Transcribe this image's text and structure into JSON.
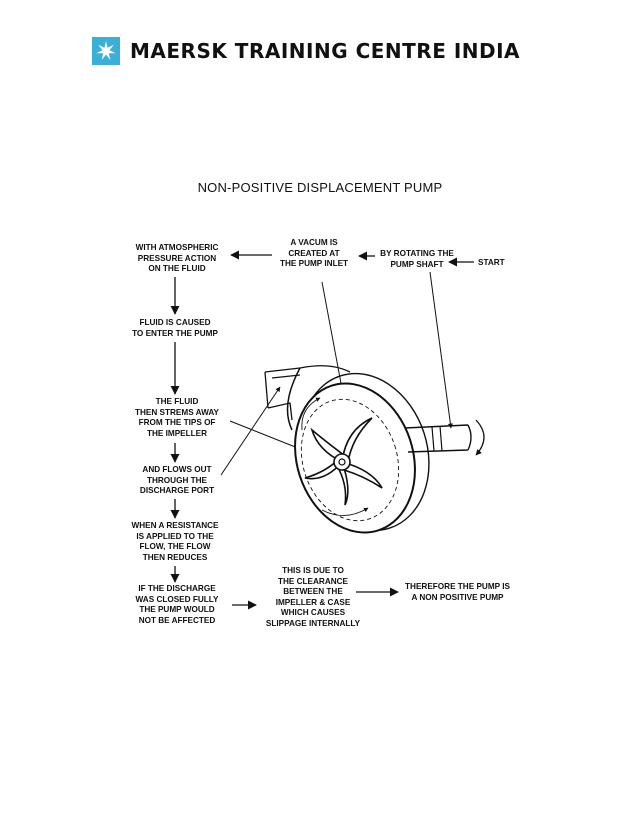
{
  "header": {
    "brand": "MAERSK TRAINING CENTRE INDIA",
    "logo_color": "#3ab0d9",
    "logo_icon": "seven-point-star-icon"
  },
  "diagram": {
    "title": "NON-POSITIVE DISPLACEMENT PUMP",
    "labels": {
      "start": "START",
      "rotating": [
        "BY ROTATING THE",
        "PUMP SHAFT"
      ],
      "vacuum": [
        "A VACUM IS",
        "CREATED AT",
        "THE PUMP INLET"
      ],
      "atmospheric": [
        "WITH ATMOSPHERIC",
        "PRESSURE ACTION",
        "ON THE FLUID"
      ],
      "enter": [
        "FLUID IS CAUSED",
        "TO ENTER THE PUMP"
      ],
      "streams": [
        "THE FLUID",
        "THEN STREMS AWAY",
        "FROM THE TIPS OF",
        "THE IMPELLER"
      ],
      "discharge_port": [
        "AND FLOWS OUT",
        "THROUGH THE",
        "DISCHARGE PORT"
      ],
      "resistance": [
        "WHEN A RESISTANCE",
        "IS APPLIED TO THE",
        "FLOW, THE FLOW",
        "THEN REDUCES"
      ],
      "closed": [
        "IF THE DISCHARGE",
        "WAS CLOSED FULLY",
        "THE PUMP WOULD",
        "NOT BE AFFECTED"
      ],
      "clearance": [
        "THIS IS DUE TO",
        "THE CLEARANCE",
        "BETWEEN THE",
        "IMPELLER & CASE",
        "WHICH CAUSES",
        "SLIPPAGE INTERNALLY"
      ],
      "therefore": [
        "THEREFORE THE PUMP IS",
        "A NON POSITIVE PUMP"
      ]
    }
  }
}
